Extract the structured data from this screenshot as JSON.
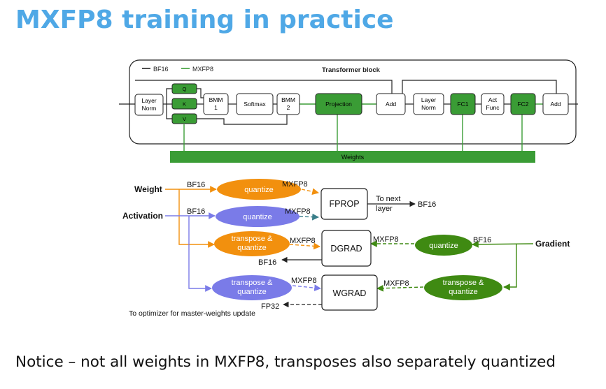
{
  "slide": {
    "title": "MXFP8 training in practice",
    "footnote": "Notice – not all weights in MXFP8, transposes also separately quantized"
  },
  "colors": {
    "title": "#4fa8e6",
    "green_block": "#3a9c35",
    "orange_bubble": "#f2900e",
    "purple_bubble": "#7a7be8",
    "dark_green_bubble": "#3f8a12"
  },
  "transformer_block": {
    "title": "Transformer block",
    "legend": {
      "bf16": "BF16",
      "mxfp8": "MXFP8"
    },
    "blocks": {
      "layer_norm_1": [
        "Layer",
        "Norm"
      ],
      "q": "Q",
      "k": "K",
      "v": "V",
      "bmm1": [
        "BMM",
        "1"
      ],
      "softmax": "Softmax",
      "bmm2": [
        "BMM",
        "2"
      ],
      "projection": "Projection",
      "add_1": "Add",
      "layer_norm_2": [
        "Layer",
        "Norm"
      ],
      "fc1": "FC1",
      "act_func": [
        "Act",
        "Func"
      ],
      "fc2": "FC2",
      "add_2": "Add"
    },
    "weights_bar": "Weights"
  },
  "flow": {
    "inputs": {
      "weight": "Weight",
      "activation": "Activation",
      "gradient": "Gradient"
    },
    "bubbles": {
      "quantize_weight": "quantize",
      "quantize_activation": "quantize",
      "transpose_quantize_weight": [
        "transpose &",
        "quantize"
      ],
      "transpose_quantize_activation": [
        "transpose &",
        "quantize"
      ],
      "quantize_gradient": "quantize",
      "transpose_quantize_gradient": [
        "transpose &",
        "quantize"
      ]
    },
    "boxes": {
      "fprop": "FPROP",
      "dgrad": "DGRAD",
      "wgrad": "WGRAD"
    },
    "labels": {
      "weight_bf16": "BF16",
      "activation_bf16": "BF16",
      "gradient_bf16": "BF16",
      "mx_weight": "MXFP8",
      "mx_activation": "MXFP8",
      "mx_tw": "MXFP8",
      "mx_ta": "MXFP8",
      "mx_grad": "MXFP8",
      "mx_tgrad": "MXFP8",
      "to_next_layer": [
        "To next",
        "layer"
      ],
      "fprop_out": "BF16",
      "dgrad_out": "BF16",
      "wgrad_out": "FP32",
      "optimizer_note": "To optimizer for master-weights update"
    }
  }
}
